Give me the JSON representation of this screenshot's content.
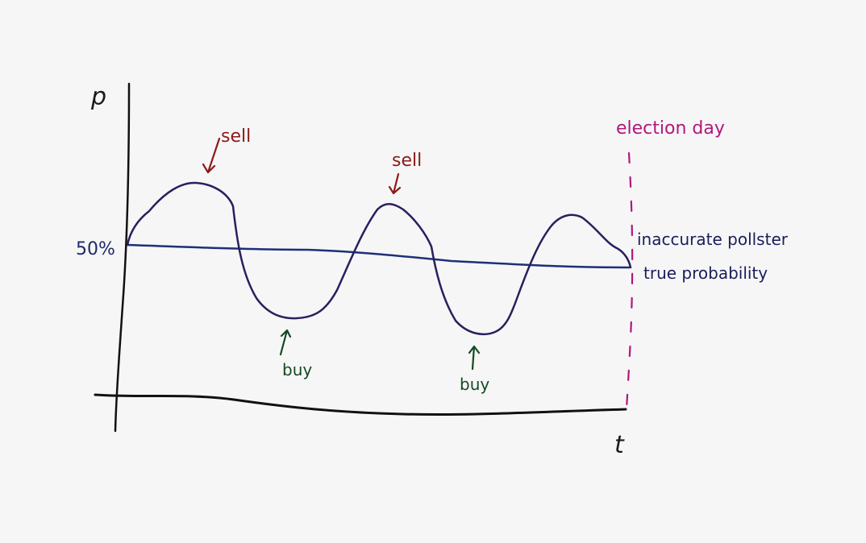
{
  "axes": {
    "y_label": "p",
    "x_label": "t",
    "y_tick_label": "50%"
  },
  "annotations": {
    "sell": [
      "sell",
      "sell"
    ],
    "buy": [
      "buy",
      "buy"
    ],
    "election_day": "election day"
  },
  "legend": {
    "pollster": "inaccurate pollster",
    "true_probability": "true probability"
  },
  "colors": {
    "axis": "#111111",
    "pollster_curve": "#2a1f5e",
    "true_line": "#1e2f7a",
    "sell": "#8b1a1a",
    "buy": "#154a22",
    "election_day": "#b0187a"
  }
}
